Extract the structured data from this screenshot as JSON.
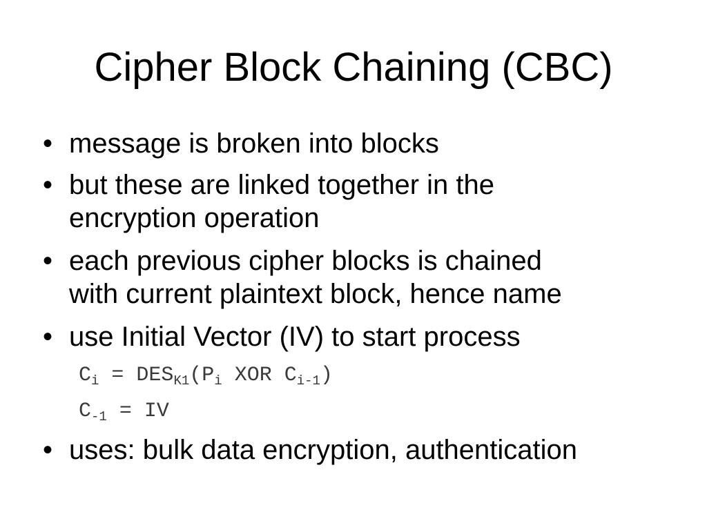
{
  "slide": {
    "title": "Cipher Block Chaining (CBC)",
    "bullet_symbol": "•",
    "bullets": [
      {
        "lines": [
          "message is broken into blocks"
        ]
      },
      {
        "lines": [
          "but these are linked together in the",
          "encryption operation"
        ]
      },
      {
        "lines": [
          "each previous cipher blocks is chained",
          "with current plaintext block, hence name"
        ]
      },
      {
        "lines": [
          "use Initial Vector (IV) to start process"
        ]
      },
      {
        "lines": [
          "uses: bulk data encryption, authentication"
        ]
      }
    ],
    "formulas": [
      {
        "parts": [
          {
            "t": "C"
          },
          {
            "sub": "i"
          },
          {
            "t": " = DES"
          },
          {
            "sub": "K1"
          },
          {
            "t": "(P"
          },
          {
            "sub": "i"
          },
          {
            "t": " XOR C"
          },
          {
            "sub": "i-1"
          },
          {
            "t": ")"
          }
        ]
      },
      {
        "parts": [
          {
            "t": "C"
          },
          {
            "sub": "-1"
          },
          {
            "t": " = IV"
          }
        ]
      }
    ]
  }
}
